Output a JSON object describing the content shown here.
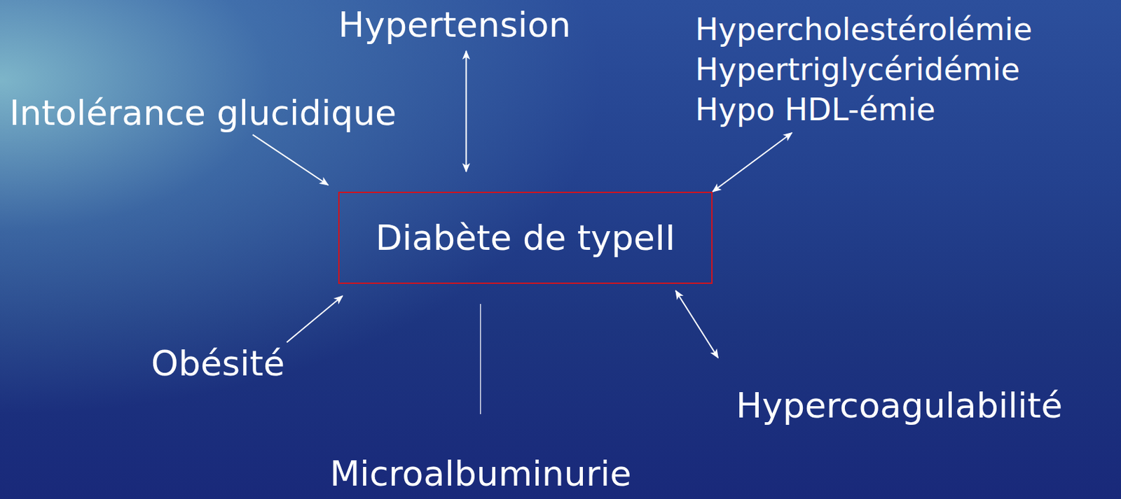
{
  "diagram": {
    "nodes": [
      {
        "text": [
          "Hypertension"
        ]
      },
      {
        "text": [
          "Hypercholestérolémie",
          "Hypertriglycéridémie",
          "Hypo HDL-émie"
        ]
      },
      {
        "text": [
          "Intolérance glucidique"
        ]
      },
      {
        "text": [
          "Diabète de typeII"
        ]
      },
      {
        "text": [
          "Obésité"
        ]
      },
      {
        "text": [
          "Hypercoagulabilité"
        ]
      },
      {
        "text": [
          "Microalbuminurie"
        ]
      }
    ],
    "edges": [
      {
        "from": 0,
        "to": 3,
        "arrow": "both"
      },
      {
        "from": 1,
        "to": 3,
        "arrow": "both"
      },
      {
        "from": 2,
        "to": 3,
        "arrow": "to"
      },
      {
        "from": 4,
        "to": 3,
        "arrow": "to"
      },
      {
        "from": 3,
        "to": 5,
        "arrow": "both"
      },
      {
        "from": 3,
        "to": 6,
        "arrow": "none"
      }
    ]
  }
}
